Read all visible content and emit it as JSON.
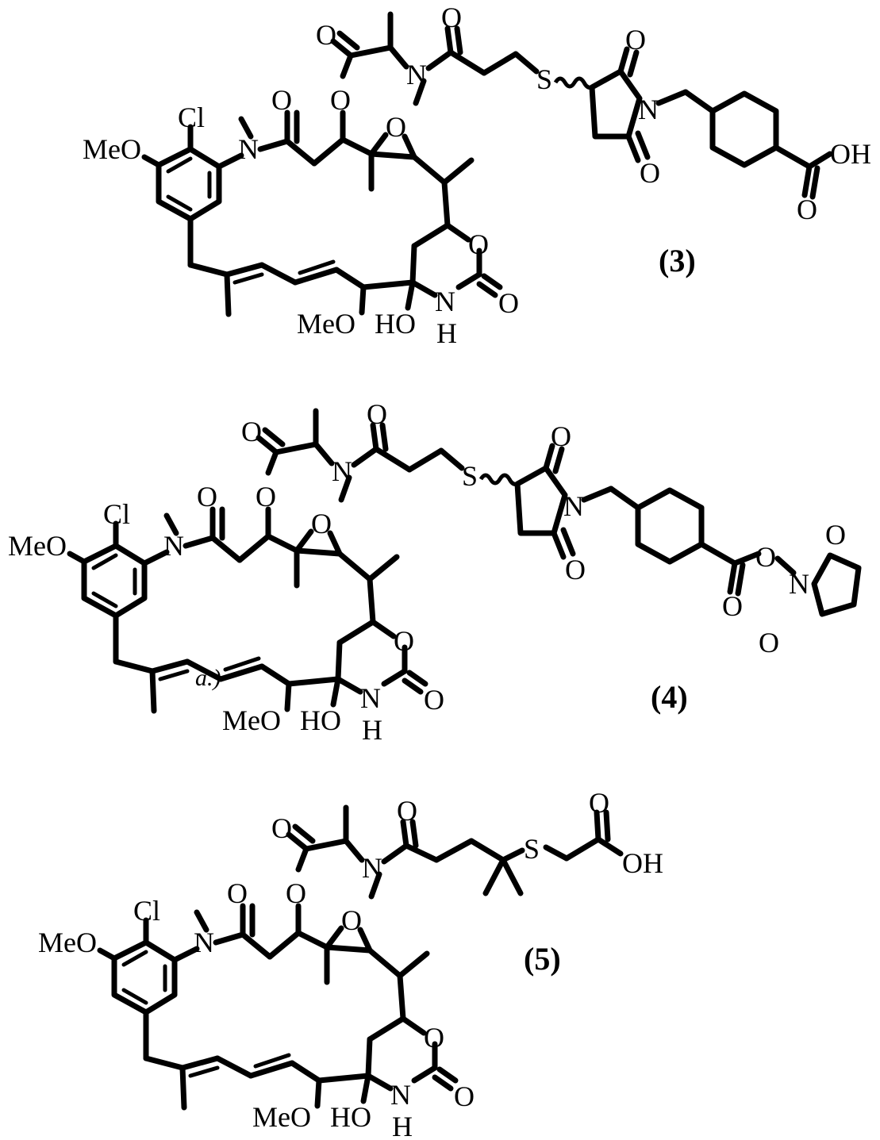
{
  "atoms": {
    "cl": "Cl",
    "meo": "MeO",
    "n": "N",
    "o": "O",
    "ho": "HO",
    "h": "H",
    "s": "S",
    "oh": "OH"
  },
  "compounds": [
    {
      "label": "(3)"
    },
    {
      "label": "(4)",
      "annotation": "a.)"
    },
    {
      "label": "(5)"
    }
  ]
}
